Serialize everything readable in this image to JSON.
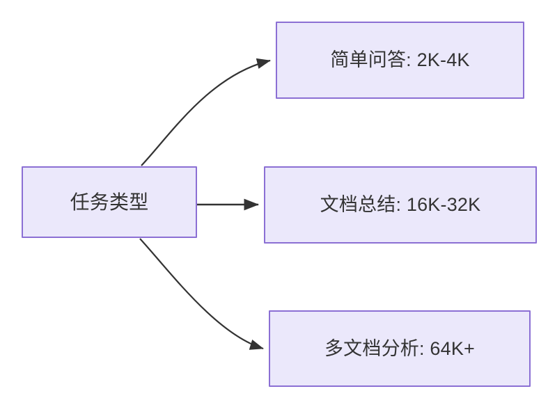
{
  "diagram": {
    "type": "flowchart",
    "direction": "left-to-right",
    "background_color": "#ffffff",
    "node_fill_color": "#ebe8fb",
    "node_border_color": "#8b6fd4",
    "node_text_color": "#333333",
    "edge_color": "#333333",
    "nodes": [
      {
        "id": "root",
        "label": "任务类型",
        "role": "source"
      },
      {
        "id": "qa",
        "label": "简单问答: 2K-4K",
        "role": "target"
      },
      {
        "id": "doc",
        "label": "文档总结: 16K-32K",
        "role": "target"
      },
      {
        "id": "multi",
        "label": "多文档分析: 64K+",
        "role": "target"
      }
    ],
    "edges": [
      {
        "from": "root",
        "to": "qa",
        "style": "curved",
        "arrowhead": "solid-triangle"
      },
      {
        "from": "root",
        "to": "doc",
        "style": "straight",
        "arrowhead": "solid-triangle"
      },
      {
        "from": "root",
        "to": "multi",
        "style": "curved",
        "arrowhead": "solid-triangle"
      }
    ]
  }
}
